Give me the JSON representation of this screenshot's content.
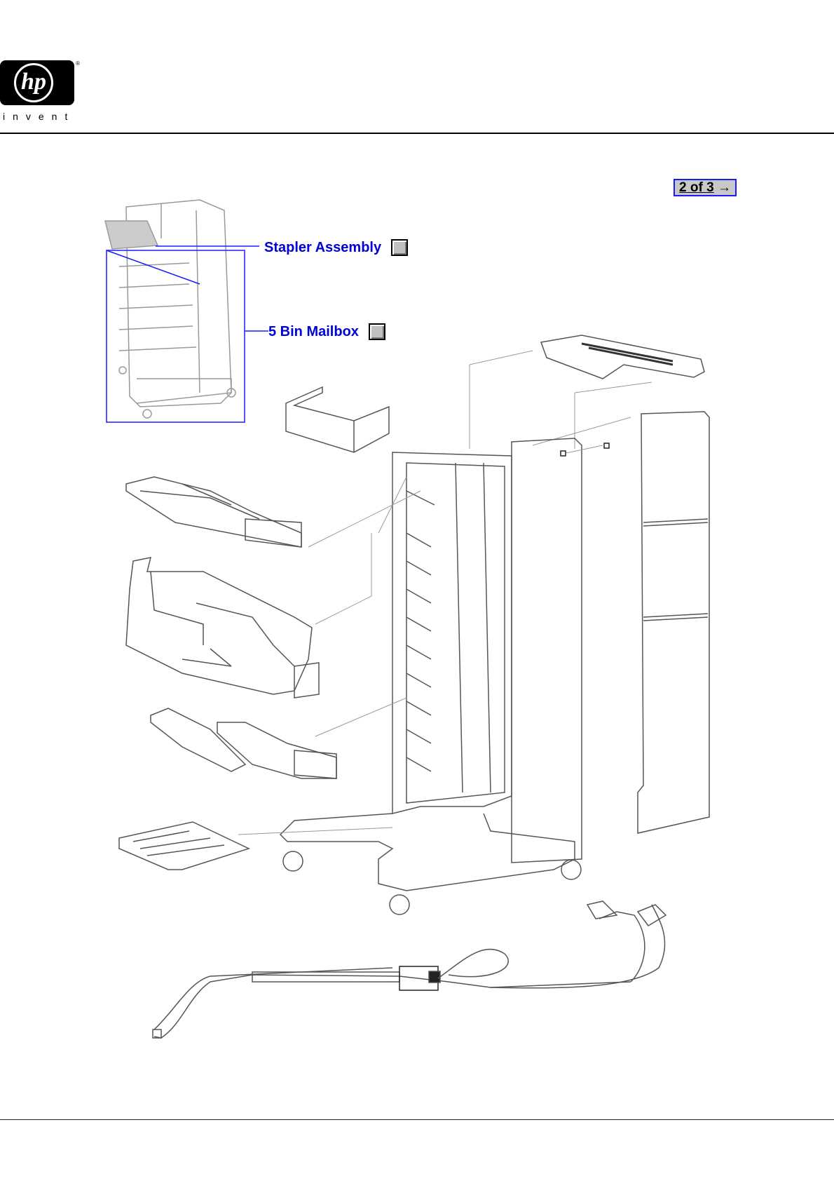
{
  "header": {
    "logo_text": "hp",
    "logo_registered": "®",
    "tagline": "invent"
  },
  "navigation": {
    "page_indicator": "2 of 3",
    "arrow": "→"
  },
  "callouts": [
    {
      "label": "Stapler Assembly"
    },
    {
      "label": "5 Bin Mailbox"
    }
  ],
  "colors": {
    "link": "#0000d8",
    "nav_border": "#1a1aff",
    "button_face": "#c0c0c0",
    "line_art": "#555555"
  }
}
